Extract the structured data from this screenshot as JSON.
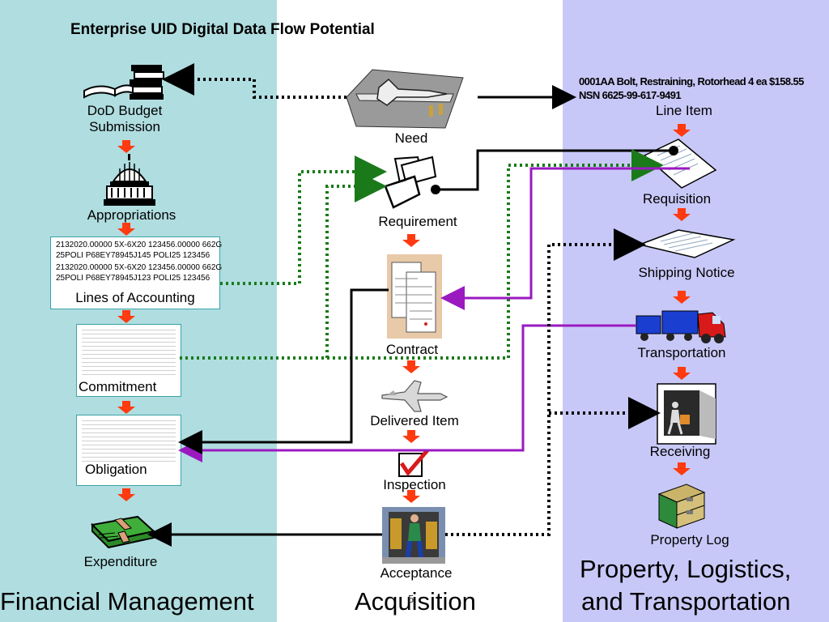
{
  "title": "Enterprise UID Digital Data Flow Potential",
  "columns": {
    "financial": "Financial Management",
    "acquisition": "Acquisition",
    "property_line1": "Property, Logistics,",
    "property_line2": "and Transportation"
  },
  "financial": {
    "budget_line1": "DoD Budget",
    "budget_line2": "Submission",
    "appropriations": "Appropriations",
    "loa_lines": [
      "2132020.00000 5X-6X20 123456.00000 662G",
      "25POLI P68EY78945J145 POLI25 123456",
      "2132020.00000 5X-6X20 123456.00000 662G",
      "25POLI P68EY78945J123 POLI25 123456"
    ],
    "lines_of_accounting": "Lines of Accounting",
    "commitment": "Commitment",
    "obligation": "Obligation",
    "expenditure": "Expenditure"
  },
  "acquisition": {
    "need": "Need",
    "requirement": "Requirement",
    "contract": "Contract",
    "delivered_item": "Delivered Item",
    "inspection": "Inspection",
    "acceptance": "Acceptance",
    "page_number": "5"
  },
  "property": {
    "line_item_text1": "0001AA Bolt, Restraining, Rotorhead 4 ea $158.55",
    "line_item_text2": "NSN 6625-99-617-9491",
    "line_item": "Line Item",
    "requisition": "Requisition",
    "shipping_notice": "Shipping Notice",
    "transportation": "Transportation",
    "receiving": "Receiving",
    "property_log": "Property Log"
  },
  "colors": {
    "financial_bg": "#b0dde0",
    "property_bg": "#c8c8f8",
    "flow_arrow": "#ff3a10",
    "dotted_green": "#1a7a1a",
    "purple": "#9a1ac0"
  }
}
